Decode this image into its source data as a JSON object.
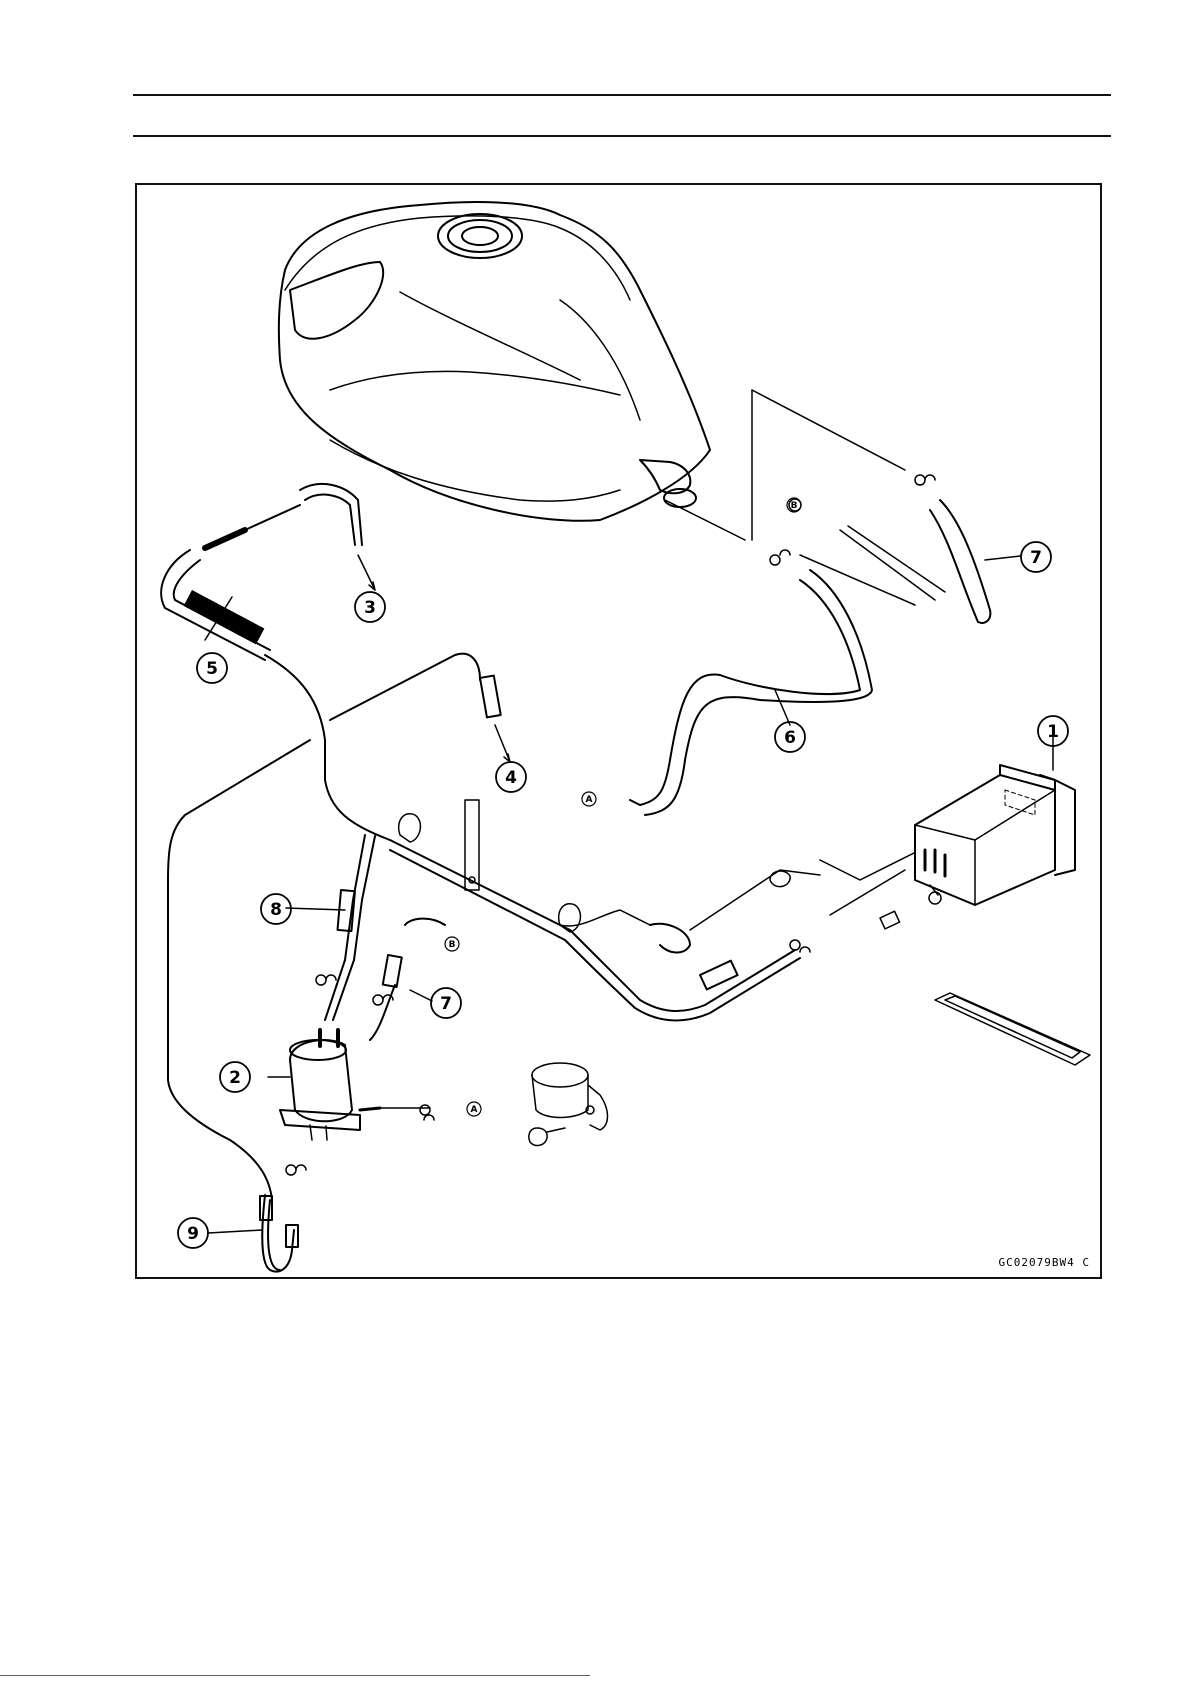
{
  "figure": {
    "code": "GC02079BW4 C",
    "callouts": [
      "1",
      "2",
      "3",
      "4",
      "5",
      "6",
      "7",
      "8",
      "9",
      "7"
    ],
    "refs": [
      "A",
      "A",
      "B",
      "B"
    ]
  }
}
